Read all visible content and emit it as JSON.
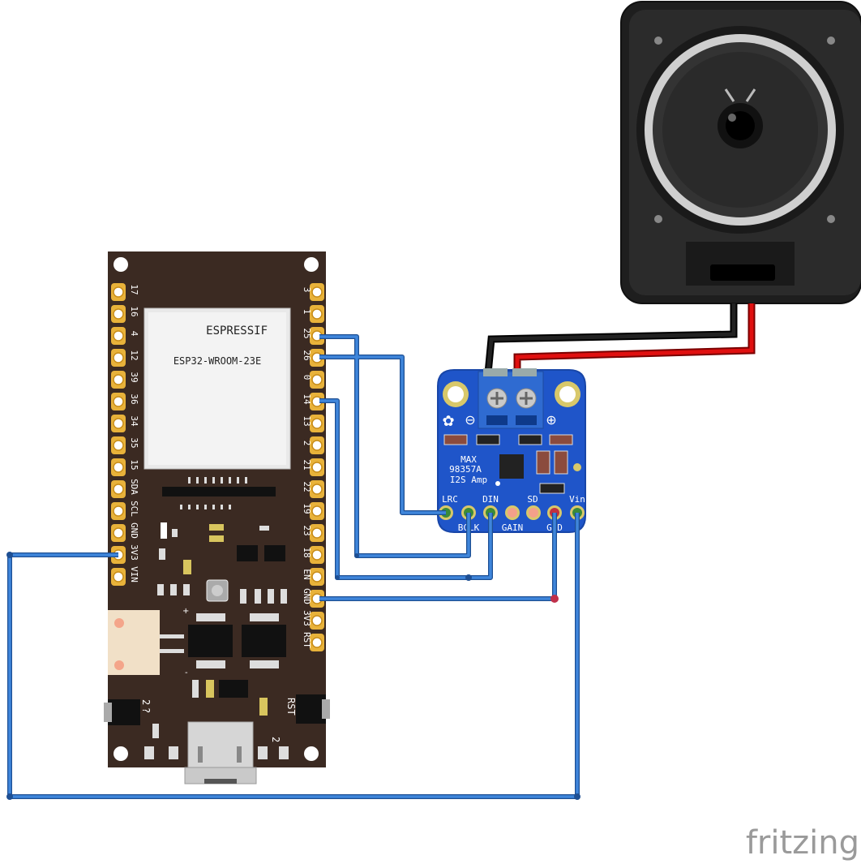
{
  "brand": "fritzing",
  "esp32": {
    "module_maker": "ESPRESSIF",
    "module_model": "ESP32-WROOM-23E",
    "left_pins": [
      "17",
      "16",
      "4",
      "12",
      "39",
      "36",
      "34",
      "35",
      "15",
      "SDA",
      "SCL",
      "GND",
      "3V3",
      "VIN"
    ],
    "right_pins": [
      "3",
      "1",
      "25",
      "26",
      "0",
      "14",
      "13",
      "2",
      "21",
      "22",
      "19",
      "23",
      "18",
      "EN",
      "GND",
      "3V3",
      "RST"
    ],
    "power_plus": "+",
    "power_minus": "-",
    "rst_label": "RST",
    "mark_2": "2",
    "mark_u": "?"
  },
  "amp": {
    "chip_line1": "MAX",
    "chip_line2": "98357A",
    "chip_line3": "I2S Amp",
    "top_pins": [
      "LRC",
      "DIN",
      "SD",
      "Vin"
    ],
    "bottom_pins": [
      "BCLK",
      "GAIN",
      "GND"
    ],
    "terminal_minus": "⊖",
    "terminal_plus": "⊕"
  },
  "wire_colors": {
    "signal": "#2f6fc0",
    "speaker_neg": "#000000",
    "speaker_pos": "#e01010"
  }
}
